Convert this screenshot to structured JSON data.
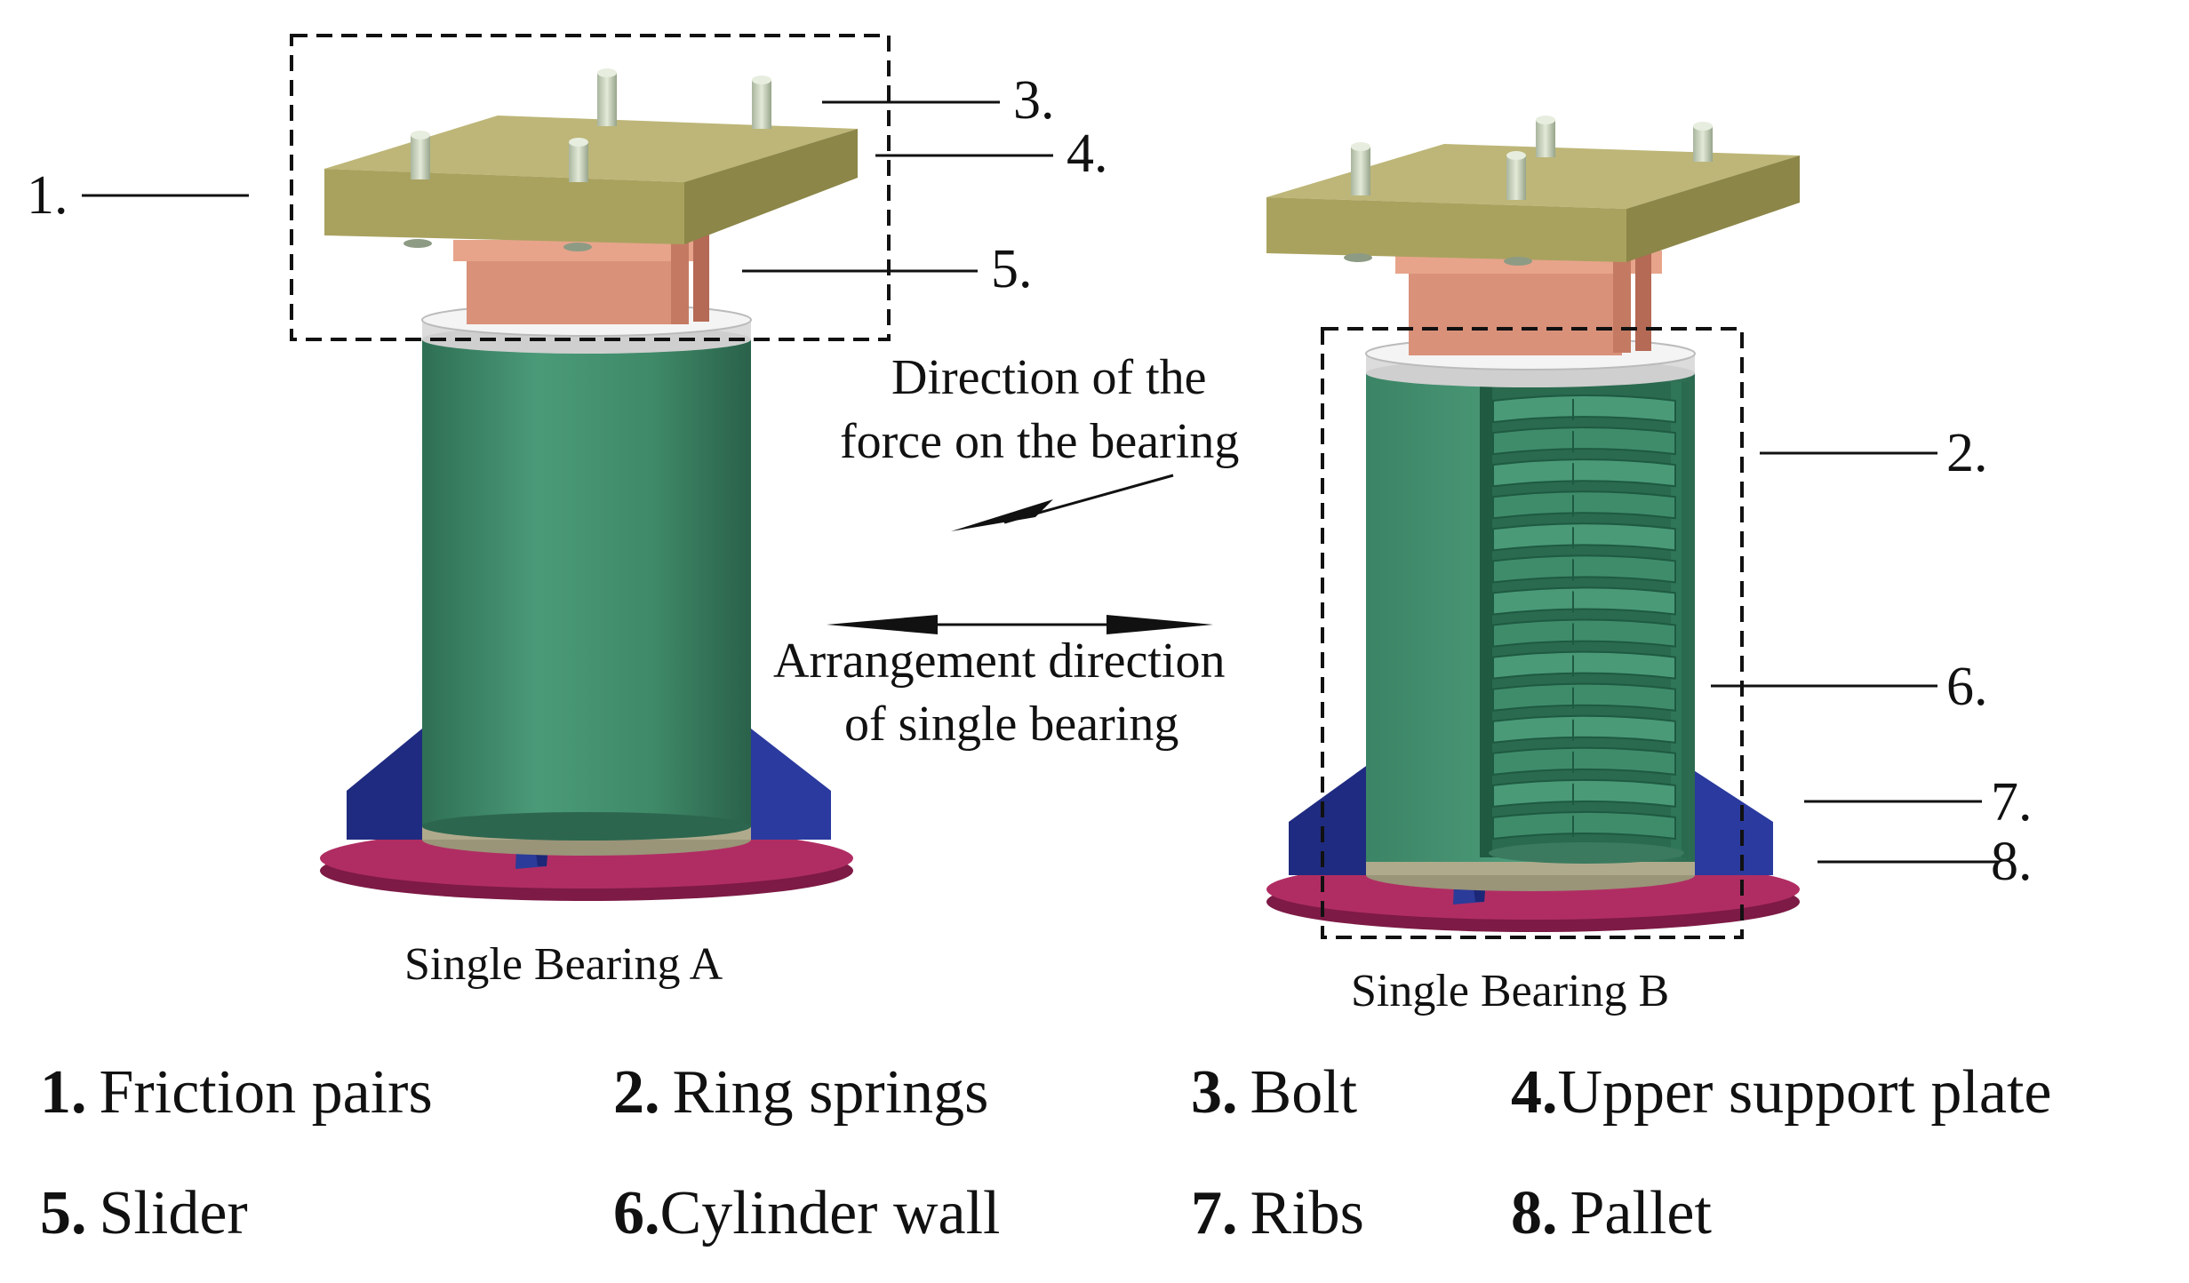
{
  "labels": {
    "l1": "1.",
    "l2": "2.",
    "l3": "3.",
    "l4": "4.",
    "l5": "5.",
    "l6": "6.",
    "l7": "7.",
    "l8": "8."
  },
  "annotations": {
    "force_line1": "Direction of the",
    "force_line2": "force on the bearing",
    "arrange_line1": "Arrangement direction",
    "arrange_line2": "of single bearing"
  },
  "captions": {
    "a": "Single Bearing A",
    "b": "Single Bearing B"
  },
  "legend": [
    {
      "num": "1.",
      "text": "Friction pairs"
    },
    {
      "num": "2.",
      "text": "Ring springs"
    },
    {
      "num": "3.",
      "text": "Bolt"
    },
    {
      "num": "4.",
      "text": "Upper support plate"
    },
    {
      "num": "5.",
      "text": "Slider"
    },
    {
      "num": "6.",
      "text": "Cylinder wall"
    },
    {
      "num": "7.",
      "text": "Ribs"
    },
    {
      "num": "8.",
      "text": "Pallet"
    }
  ],
  "colors": {
    "plate_top": "#b5ad6e",
    "plate_front": "#a29c5a",
    "slider": "#d68e74",
    "ring": "#f0f0f0",
    "cylinder": "#3e8a6a",
    "rib": "#2b3b99",
    "pallet": "#a0275a",
    "bolt": "#c4d0b8"
  }
}
